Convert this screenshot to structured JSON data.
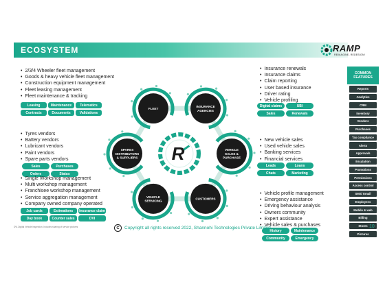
{
  "header": {
    "title": "ECOSYSTEM"
  },
  "logo": {
    "word": "RAMP",
    "tagline": "REIMAGINE, REDESIGN!"
  },
  "colors": {
    "accent": "#1aa78c",
    "dark": "#1a1a1a",
    "sidebar_bg": "#2d3b3b"
  },
  "diagram": {
    "center_label": "R",
    "nodes": [
      "FLEET",
      "INSURANCE AGENCIES",
      "VEHICLE SALES & PURCHASE",
      "CUSTOMERS",
      "VEHICLE SERVICING",
      "SPARES DISTRIBUTORS & SUPPLIERS"
    ]
  },
  "panels": {
    "fleet": {
      "bullets": [
        "2/3/4 Wheeler fleet management",
        "Goods & heavy vehicle fleet management",
        "Construction equipment management",
        "Fleet leasing management",
        "Fleet maintenance & tracking"
      ],
      "tags": [
        "Leasing",
        "Maintenance",
        "Telematics",
        "Contracts",
        "Documents",
        "Validations"
      ]
    },
    "insurance": {
      "bullets": [
        "Insurance renewals",
        "Insurance claims",
        "Claim reporting",
        "User based insurance",
        "Driver rating",
        "Vehicle profiling"
      ],
      "tags": [
        "Digital claims",
        "UBI",
        "Sales",
        "Renewals"
      ]
    },
    "spares": {
      "bullets": [
        "Tyres vendors",
        "Battery vendors",
        "Lubricant vendors",
        "Paint vendors",
        "Spare parts vendors"
      ],
      "tags": [
        "Sales",
        "Purchases",
        "Orders",
        "Status"
      ]
    },
    "sales": {
      "bullets": [
        "New vehicle sales",
        "Used vehicle sales",
        "Banking services",
        "Financial services"
      ],
      "tags": [
        "Leads",
        "Loans",
        "Chats",
        "Marketing"
      ]
    },
    "servicing": {
      "bullets": [
        "Single Workshop management",
        "Multi workshop management",
        "Franchisee workshop management",
        "Service aggregation management",
        "Company owned company operated"
      ],
      "tags": [
        "Job cards",
        "Estimations",
        "Insurance claim",
        "Day book",
        "Counter sales",
        "DVI"
      ]
    },
    "customers": {
      "bullets": [
        "Vehicle profile management",
        "Emergency assistance",
        "Driving behaviour analysis",
        "Owners community",
        "Expert assistance",
        "Vehicle sales & purchases"
      ],
      "tags": [
        "History",
        "Maintenance",
        "Community",
        "Emergency"
      ]
    }
  },
  "sidebar": {
    "heading": "COMMON FEATURES",
    "items": [
      "Reports",
      "Analytics",
      "CRM",
      "Inventory",
      "Vendors",
      "Purchases",
      "Tax compliance",
      "Alerts",
      "Approvals",
      "Escalation",
      "Promotions",
      "Permissions",
      "Access control",
      "SMS/ Email",
      "Employees",
      "Mobile & web",
      "Billing",
      "Stores",
      "Pictures"
    ]
  },
  "footer": {
    "copyright_symbol": "C",
    "text": "Copyright all rights reserved 2022, Shannohi Technologies Private Limited",
    "page": "10",
    "footnote": "DVI-Digital Vehicle inspection. Includes sharing of service pictures"
  }
}
